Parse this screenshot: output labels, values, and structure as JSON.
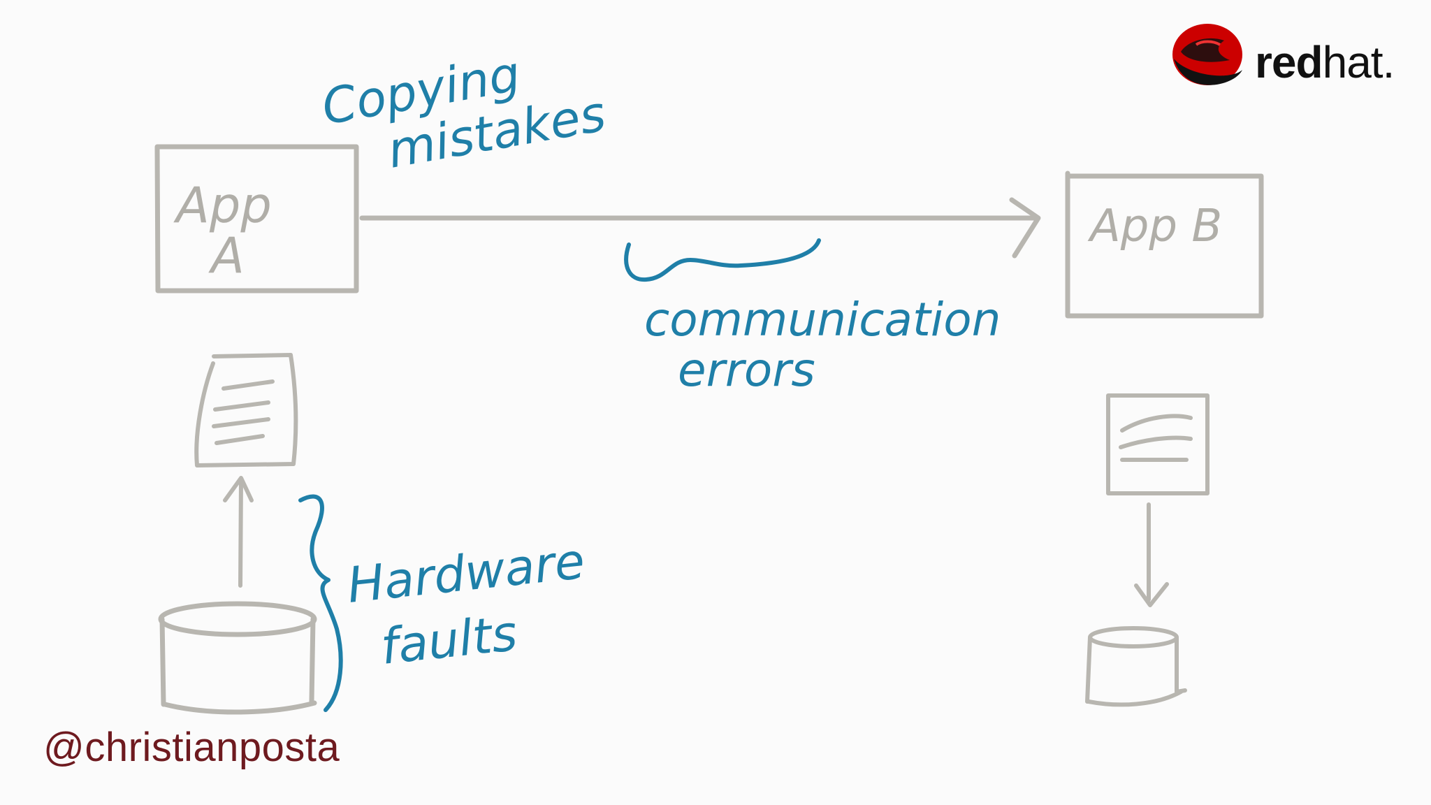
{
  "labels": {
    "app_a_line1": "App",
    "app_a_line2": "A",
    "app_b": "App B",
    "copying_line1": "Copying",
    "copying_line2": "mistakes",
    "comm_line1": "communication",
    "comm_line2": "errors",
    "hw_line1": "Hardware",
    "hw_line2": "faults"
  },
  "brand": {
    "name_bold": "red",
    "name_light": "hat",
    "trademark": ".",
    "logo_color": "#cc0000"
  },
  "footer": {
    "handle": "@christianposta",
    "handle_color": "#6e1a1f"
  },
  "colors": {
    "annotation": "#1f7fa8",
    "sketch": "#b8b6b0",
    "background": "#fbfbfb"
  }
}
